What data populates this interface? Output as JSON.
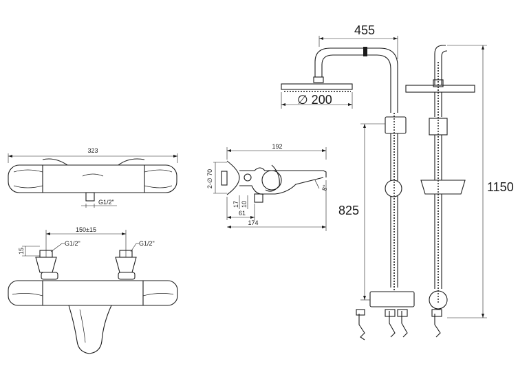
{
  "mixer_front": {
    "width_label": "323",
    "thread_label": "G1/2\""
  },
  "mixer_side": {
    "top_label": "192",
    "height_label": "2-∅ 70",
    "dim_17": "17",
    "dim_10": "10",
    "dim_61": "61",
    "dim_174": "174",
    "angle_label": "8°"
  },
  "mixer_bottom": {
    "spacing_label": "150±15",
    "offset_label": "15",
    "thread_left": "G1/2\"",
    "thread_right": "G1/2\""
  },
  "shower_column": {
    "arm_label": "455",
    "head_diameter_label": "∅ 200",
    "height_825": "825",
    "height_1150": "1150"
  }
}
